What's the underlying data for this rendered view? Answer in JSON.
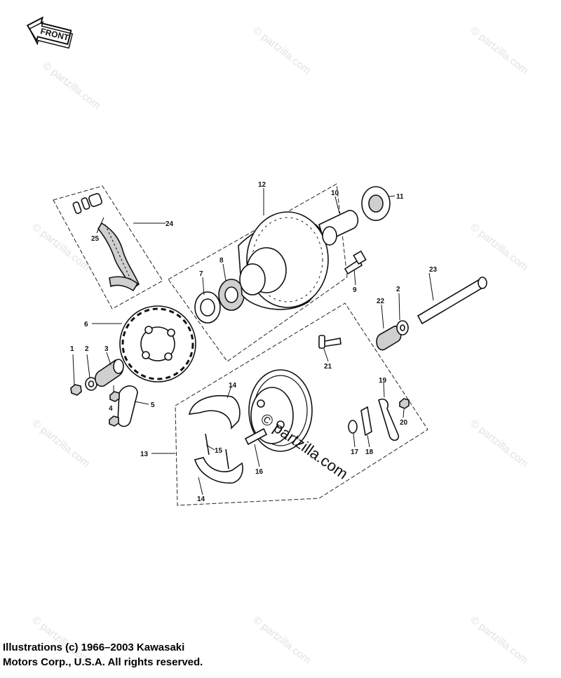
{
  "direction_badge": "FRONT",
  "watermark": "© partzilla.com",
  "overlay_watermark": "© partzilla.com",
  "copyright": {
    "line1": "Illustrations (c) 1966–2003 Kawasaki",
    "line2": "Motors Corp., U.S.A.  All rights reserved."
  },
  "callouts": {
    "p1": "1",
    "p2a": "2",
    "p2b": "2",
    "p3": "3",
    "p4": "4",
    "p5": "5",
    "p6": "6",
    "p7": "7",
    "p8": "8",
    "p9": "9",
    "p10": "10",
    "p11": "11",
    "p12": "12",
    "p13": "13",
    "p14a": "14",
    "p14b": "14",
    "p15": "15",
    "p16": "16",
    "p17": "17",
    "p18": "18",
    "p19": "19",
    "p20": "20",
    "p21": "21",
    "p22": "22",
    "p23": "23",
    "p24": "24",
    "p25": "25"
  }
}
